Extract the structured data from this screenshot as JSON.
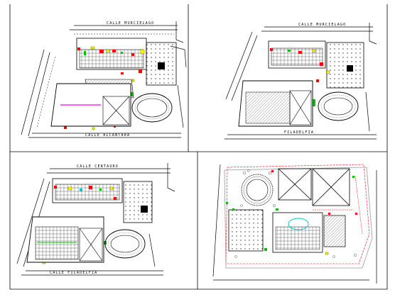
{
  "sheet": {
    "colors": {
      "line": "#000000",
      "hatch": "#555555",
      "red": "#ff0000",
      "yellow": "#ffff00",
      "green": "#00c000",
      "cyan": "#00c8c8",
      "magenta": "#ff00ff",
      "gray": "#9a9a9a"
    },
    "plans": [
      {
        "id": "plan-top-left",
        "street_top": "CALLE MURCIELAGO",
        "street_bottom": "CALLE ALCANTARA"
      },
      {
        "id": "plan-top-right",
        "street_top": "CALLE MURCIELAGO",
        "street_bottom": "FILADELFIA"
      },
      {
        "id": "plan-bottom-left",
        "street_top": "CALLE CENTAURO",
        "street_bottom": "CALLE FILADELFIA"
      },
      {
        "id": "plan-bottom-right",
        "street_top": "",
        "street_bottom": ""
      }
    ]
  }
}
